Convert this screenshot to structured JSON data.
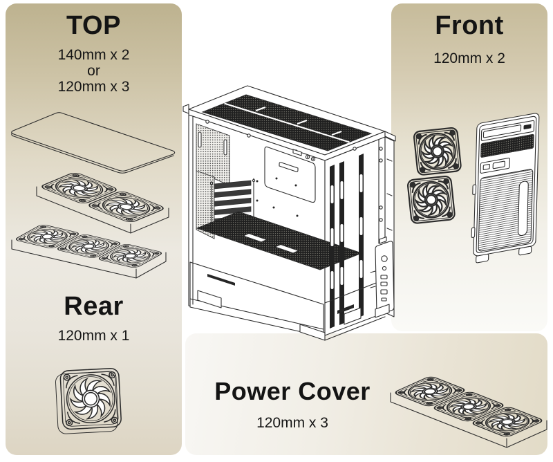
{
  "document_title": "PC case fan installation locations diagram",
  "colors": {
    "background": "#ffffff",
    "panel_gradient_dark": "#bdb28f",
    "panel_gradient_mid": "#ece9e1",
    "panel_gradient_bottom": "#ddd5c3",
    "line_art": "#2d2d2d",
    "text": "#141414"
  },
  "sections": {
    "top": {
      "title": "TOP",
      "spec_lines": [
        "140mm x 2",
        "or",
        "120mm x 3"
      ]
    },
    "front": {
      "title": "Front",
      "spec": "120mm x 2"
    },
    "rear": {
      "title": "Rear",
      "spec": "120mm x 1"
    },
    "power_cover": {
      "title": "Power Cover",
      "spec": "120mm x 3"
    }
  },
  "illustrations": {
    "case": "pc-case-isometric-line-drawing",
    "top_glass": "top-panel-outline",
    "top_fans_140": "two-140mm-fans-flat",
    "top_fans_120": "three-120mm-fans-flat",
    "front_fans": "two-120mm-fans-stacked",
    "front_bezel": "front-panel-bezel",
    "rear_fan": "single-120mm-fan",
    "power_cover_fans": "three-120mm-fans-flat"
  }
}
